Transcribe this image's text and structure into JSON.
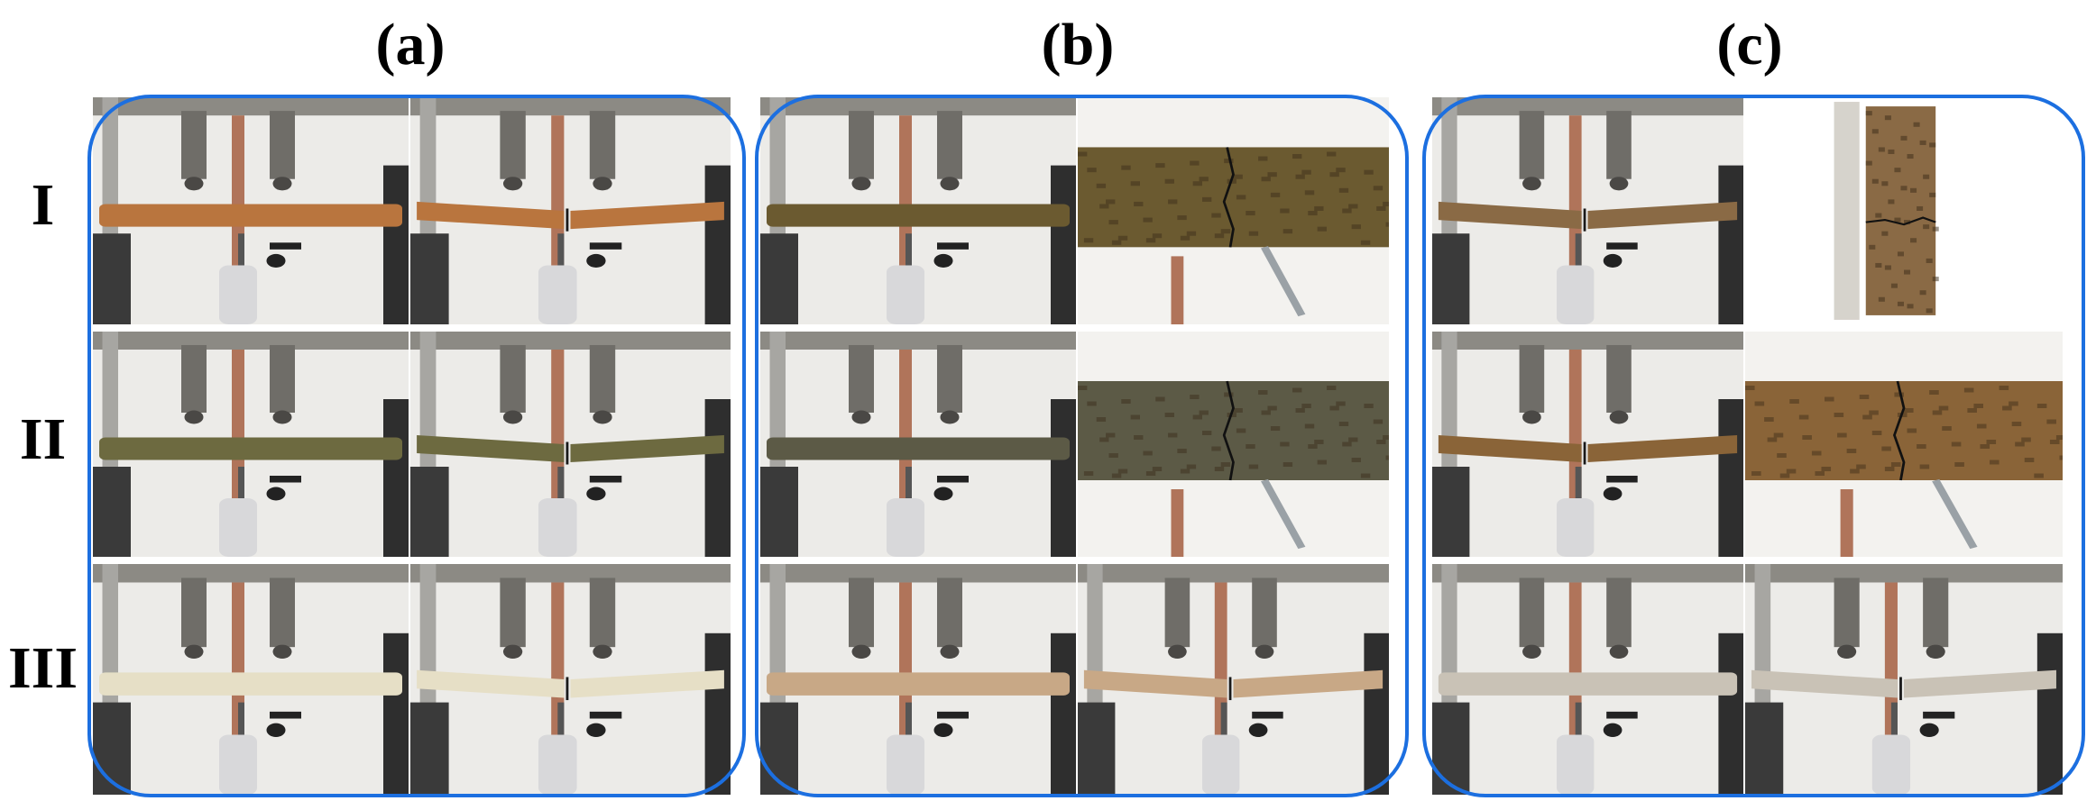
{
  "columns": [
    {
      "label": "(a)"
    },
    {
      "label": "(b)"
    },
    {
      "label": "(c)"
    }
  ],
  "rows": [
    {
      "label": "I"
    },
    {
      "label": "II"
    },
    {
      "label": "III"
    }
  ],
  "colors": {
    "group_border": "#1c6fe0",
    "specimen_a_I": "#b9753e",
    "specimen_a_II": "#6d6a40",
    "specimen_a_III": "#e6dfc6",
    "specimen_b_I": "#6b5a30",
    "specimen_b_II": "#5c5a46",
    "specimen_b_III": "#c8a886",
    "specimen_c_I": "#8a6a45",
    "specimen_c_II": "#8a6438",
    "specimen_c_III": "#c9c2b6"
  },
  "panels": [
    {
      "col": 0,
      "row": 0,
      "view": "rig",
      "specimen": "specimen_a_I",
      "crack": false
    },
    {
      "col": 0,
      "row": 0,
      "view": "rig",
      "specimen": "specimen_a_I",
      "crack": true
    },
    {
      "col": 1,
      "row": 0,
      "view": "rig",
      "specimen": "specimen_b_I",
      "crack": false
    },
    {
      "col": 1,
      "row": 0,
      "view": "closeup",
      "specimen": "specimen_b_I",
      "crack": true
    },
    {
      "col": 2,
      "row": 0,
      "view": "rig",
      "specimen": "specimen_c_I",
      "crack": true
    },
    {
      "col": 2,
      "row": 0,
      "view": "strip",
      "specimen": "specimen_c_I",
      "crack": true
    },
    {
      "col": 0,
      "row": 1,
      "view": "rig",
      "specimen": "specimen_a_II",
      "crack": false
    },
    {
      "col": 0,
      "row": 1,
      "view": "rig",
      "specimen": "specimen_a_II",
      "crack": true
    },
    {
      "col": 1,
      "row": 1,
      "view": "rig",
      "specimen": "specimen_b_II",
      "crack": false
    },
    {
      "col": 1,
      "row": 1,
      "view": "closeup",
      "specimen": "specimen_b_II",
      "crack": true
    },
    {
      "col": 2,
      "row": 1,
      "view": "rig",
      "specimen": "specimen_c_II",
      "crack": true
    },
    {
      "col": 2,
      "row": 1,
      "view": "closeup",
      "specimen": "specimen_c_II",
      "crack": true
    },
    {
      "col": 0,
      "row": 2,
      "view": "rig",
      "specimen": "specimen_a_III",
      "crack": false
    },
    {
      "col": 0,
      "row": 2,
      "view": "rig",
      "specimen": "specimen_a_III",
      "crack": true
    },
    {
      "col": 1,
      "row": 2,
      "view": "rig",
      "specimen": "specimen_b_III",
      "crack": false
    },
    {
      "col": 1,
      "row": 2,
      "view": "rig",
      "specimen": "specimen_b_III",
      "crack": true
    },
    {
      "col": 2,
      "row": 2,
      "view": "rig",
      "specimen": "specimen_c_III",
      "crack": false
    },
    {
      "col": 2,
      "row": 2,
      "view": "rig",
      "specimen": "specimen_c_III",
      "crack": true
    }
  ]
}
